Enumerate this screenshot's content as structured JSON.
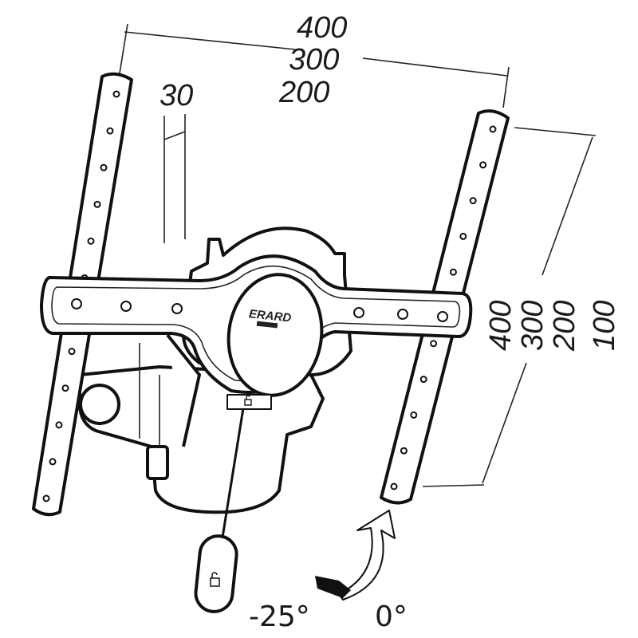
{
  "dimensions": {
    "horizontal": [
      "400",
      "300",
      "200"
    ],
    "spacer": "30",
    "vertical": [
      "400",
      "300",
      "200",
      "100"
    ]
  },
  "logo_text": "ERARD",
  "tilt": {
    "min_label": "-25°",
    "max_label": "0°"
  },
  "colors": {
    "line": "#111111",
    "fill": "#ffffff"
  }
}
